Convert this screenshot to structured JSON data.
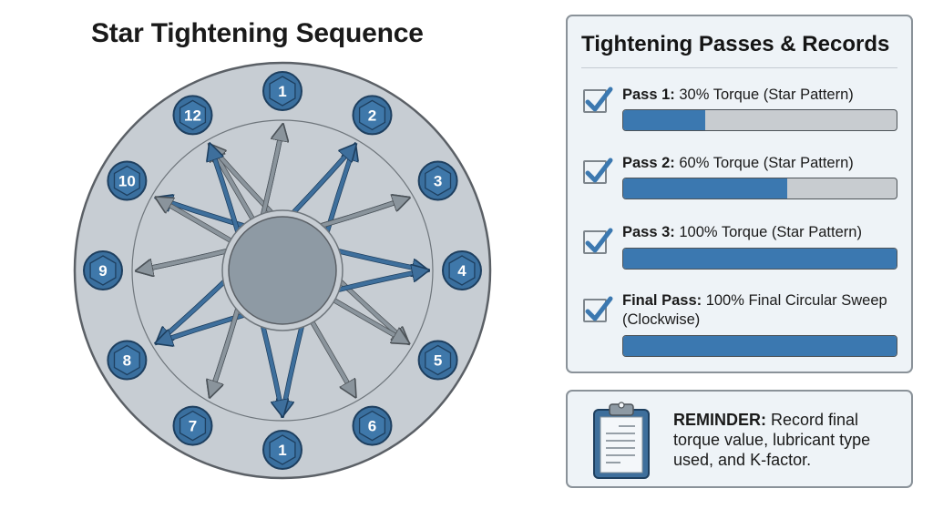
{
  "diagram": {
    "title": "Star Tightening Sequence",
    "bolt_labels_clockwise_from_top": [
      "1",
      "2",
      "3",
      "4",
      "5",
      "6",
      "1",
      "7",
      "8",
      "9",
      "10",
      "12"
    ],
    "arrows": [
      {
        "from": 1,
        "to": 6,
        "color": "blue"
      },
      {
        "from": 0,
        "to": 7,
        "color": "blue"
      },
      {
        "from": 11,
        "to": 5,
        "color": "gray"
      },
      {
        "from": 1,
        "to": 8,
        "color": "blue"
      },
      {
        "from": 2,
        "to": 9,
        "color": "blue"
      },
      {
        "from": 3,
        "to": 10,
        "color": "blue"
      },
      {
        "from": 4,
        "to": 11,
        "color": "gray"
      },
      {
        "from": 10,
        "to": 4,
        "color": "gray"
      },
      {
        "from": 9,
        "to": 2,
        "color": "gray"
      },
      {
        "from": 8,
        "to": 3,
        "color": "blue"
      },
      {
        "from": 7,
        "to": 0,
        "color": "gray"
      },
      {
        "from": 6,
        "to": 11,
        "color": "blue"
      }
    ],
    "colors": {
      "flange": "#c7cdd3",
      "flange_stroke": "#5b6066",
      "hub": "#8e9aa4",
      "bolt": "#3a6f9e",
      "bolt_dark": "#1e3f5f",
      "arrow_blue": "#3e6f9c",
      "arrow_gray": "#8a949c"
    }
  },
  "panel": {
    "title": "Tightening Passes & Records",
    "passes": [
      {
        "bold": "Pass 1:",
        "text": " 30% Torque (Star Pattern)",
        "progress": 0.3,
        "checked": true
      },
      {
        "bold": "Pass 2:",
        "text": " 60% Torque (Star Pattern)",
        "progress": 0.6,
        "checked": true
      },
      {
        "bold": "Pass 3:",
        "text": " 100% Torque (Star Pattern)",
        "progress": 1.0,
        "checked": true
      },
      {
        "bold": "Final Pass:",
        "text": " 100% Final Circular Sweep (Clockwise)",
        "progress": 1.0,
        "checked": true
      }
    ]
  },
  "reminder": {
    "bold": "REMINDER:",
    "text": " Record final torque value, lubricant type used, and K-factor.",
    "icon": "clipboard-icon"
  }
}
